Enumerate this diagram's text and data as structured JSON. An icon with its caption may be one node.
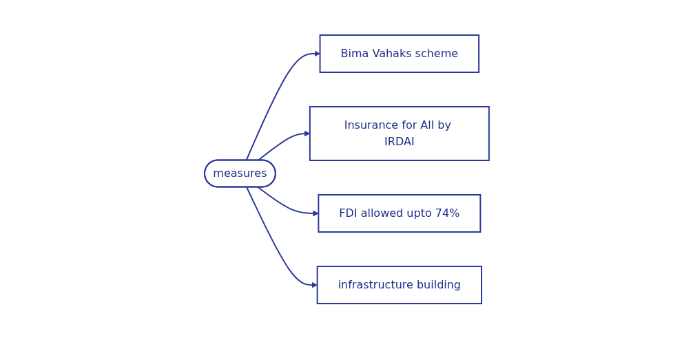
{
  "diagram": {
    "nodes": [
      {
        "text": [
          "Bima Vahaks scheme"
        ]
      },
      {
        "text": [
          "Insurance for All by IRDAI"
        ]
      },
      {
        "text": [
          "measures"
        ]
      },
      {
        "text": [
          "FDI allowed upto 74%"
        ]
      },
      {
        "text": [
          "infrastructure building"
        ]
      }
    ],
    "edges": [
      {
        "from": 2,
        "to": 0,
        "arrow": "to"
      },
      {
        "from": 2,
        "to": 1,
        "arrow": "to"
      },
      {
        "from": 2,
        "to": 3,
        "arrow": "to"
      },
      {
        "from": 2,
        "to": 4,
        "arrow": "to"
      }
    ]
  }
}
